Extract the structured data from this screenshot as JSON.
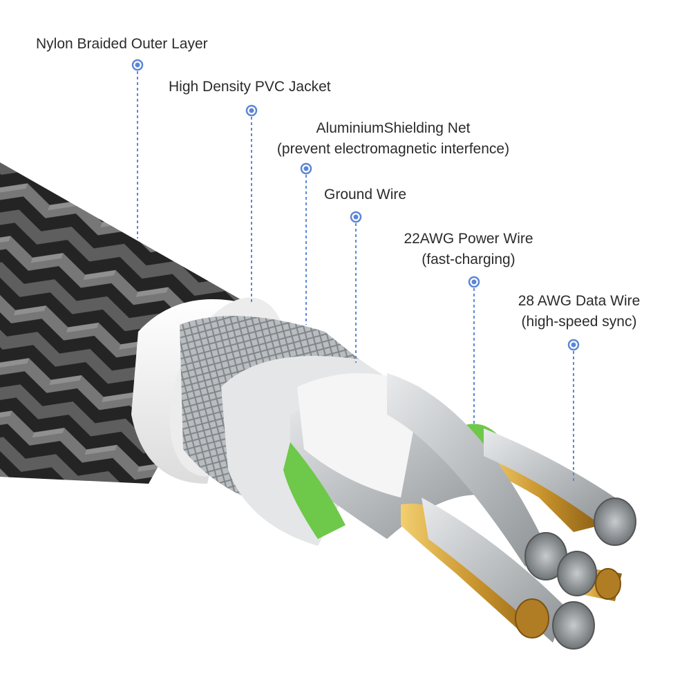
{
  "colors": {
    "leader": "#5b86d6",
    "braid_dark": "#2a2a2a",
    "braid_light": "#8a8a8a",
    "jacket": "#f6f6f6",
    "shield": "#bfc3c6",
    "conductor_silver": "#c9cdd0",
    "conductor_gold": "#d4a640",
    "ground_green": "#6ec84a"
  },
  "labels": [
    {
      "id": "nylon",
      "lines": [
        "Nylon Braided Outer Layer"
      ]
    },
    {
      "id": "pvc",
      "lines": [
        "High Density PVC Jacket"
      ]
    },
    {
      "id": "shield",
      "lines": [
        "AluminiumShielding Net",
        "(prevent electromagnetic interfence)"
      ]
    },
    {
      "id": "ground",
      "lines": [
        "Ground Wire"
      ]
    },
    {
      "id": "power",
      "lines": [
        "22AWG Power Wire",
        "(fast-charging)"
      ]
    },
    {
      "id": "data",
      "lines": [
        "28 AWG Data Wire",
        "(high-speed sync)"
      ]
    }
  ]
}
